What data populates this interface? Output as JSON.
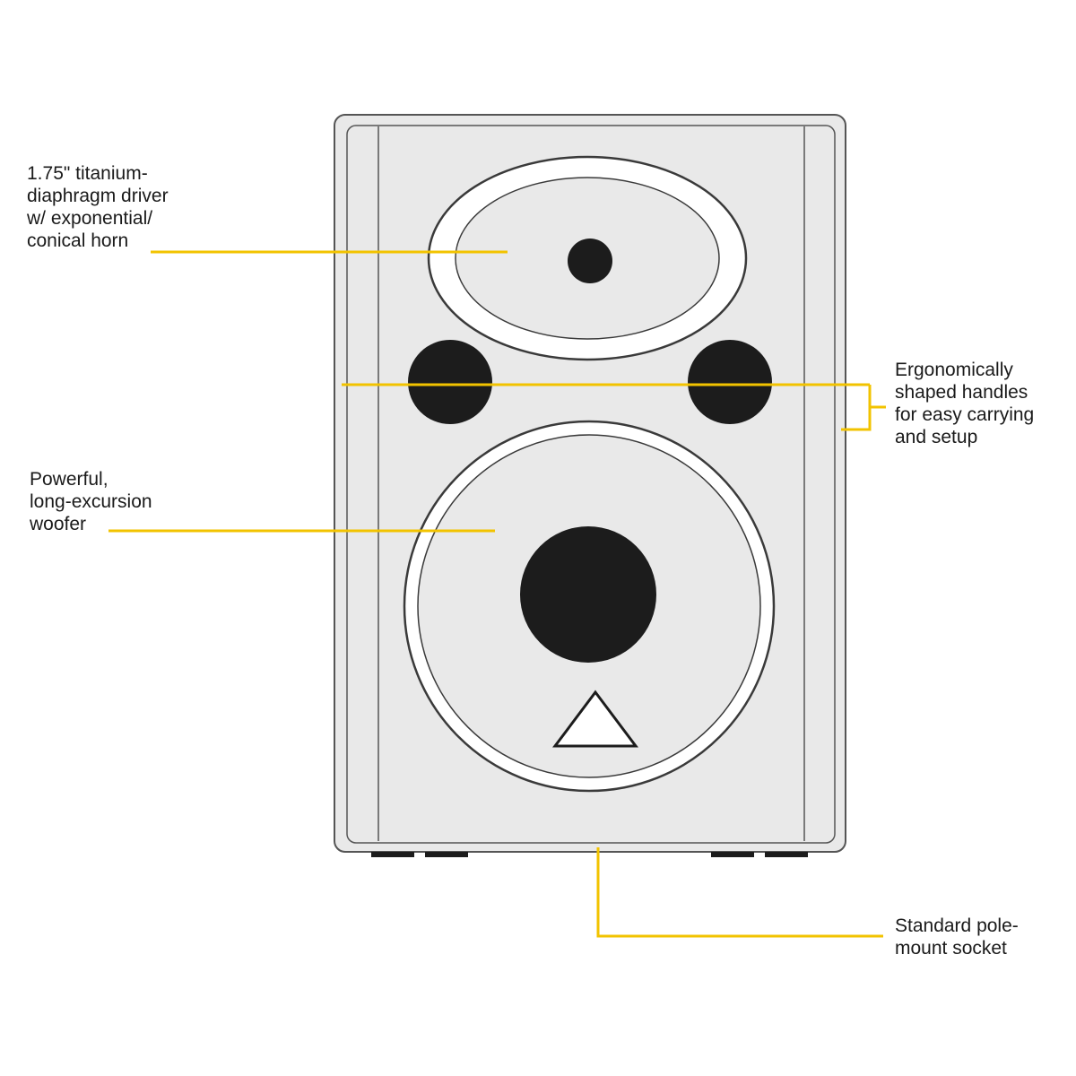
{
  "callouts": {
    "driver": {
      "lines": [
        "1.75\" titanium-",
        "diaphragm driver",
        "w/ exponential/",
        "conical horn"
      ]
    },
    "woofer": {
      "lines": [
        "Powerful,",
        "long-excursion",
        "woofer"
      ]
    },
    "handles": {
      "lines": [
        "Ergonomically",
        "shaped handles",
        "for easy carrying",
        "and setup"
      ]
    },
    "socket": {
      "lines": [
        "Standard pole-",
        "mount socket"
      ]
    }
  },
  "colors": {
    "callout_line": "#f2c300",
    "cabinet_fill": "#e9e9e9",
    "outline": "#4a4a4a",
    "driver_dark": "#1c1c1c"
  }
}
